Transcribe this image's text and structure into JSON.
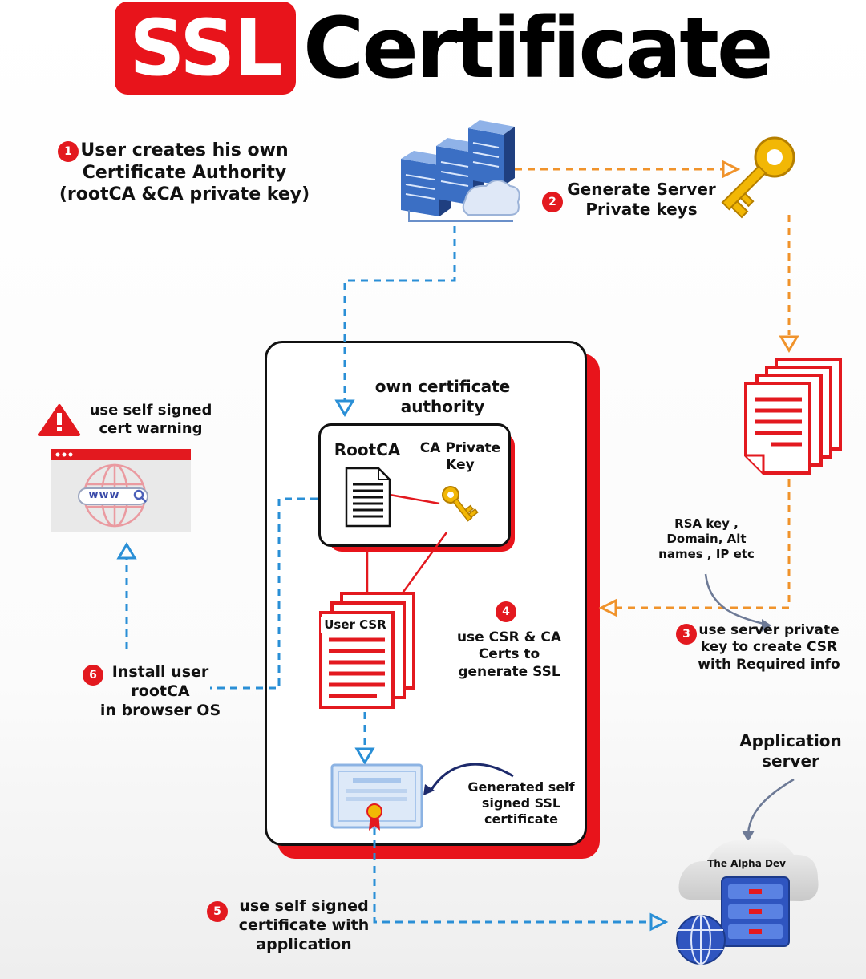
{
  "title": {
    "badge": "SSL",
    "rest": "Certificate"
  },
  "steps": {
    "s1": {
      "num": "1",
      "text": "User creates his own\nCertificate Authority\n(rootCA &CA private key)"
    },
    "s2": {
      "num": "2",
      "text": "Generate Server\nPrivate keys"
    },
    "s3": {
      "num": "3",
      "text": "use server private\nkey to create CSR\nwith Required info"
    },
    "s4": {
      "num": "4",
      "text": "use CSR & CA\nCerts to\ngenerate SSL"
    },
    "s5": {
      "num": "5",
      "text": "use self signed\ncertificate with\napplication"
    },
    "s6": {
      "num": "6",
      "text": "Install user\nrootCA\nin browser OS"
    }
  },
  "labels": {
    "own_ca": "own certificate\nauthority",
    "root_ca": "RootCA",
    "ca_private_key": "CA Private\nKey",
    "user_csr": "User CSR",
    "csr_info": "RSA key ,\nDomain, Alt\nnames , IP etc",
    "warning": "use self signed\ncert warning",
    "generated_cert": "Generated self\nsigned SSL\ncertificate",
    "app_server": "Application\nserver",
    "cloud_brand": "The Alpha Dev",
    "www": "www"
  },
  "colors": {
    "red": "#e3191f",
    "blue": "#2a8fd6",
    "orange": "#f0932b",
    "server_blue": "#3b6fc4",
    "key_gold": "#f2b705"
  },
  "icons": [
    "server-rack-icon",
    "golden-key-icon",
    "document-stack-icon",
    "warning-icon",
    "browser-globe-icon",
    "certificate-icon",
    "cloud-server-icon",
    "globe-icon"
  ]
}
